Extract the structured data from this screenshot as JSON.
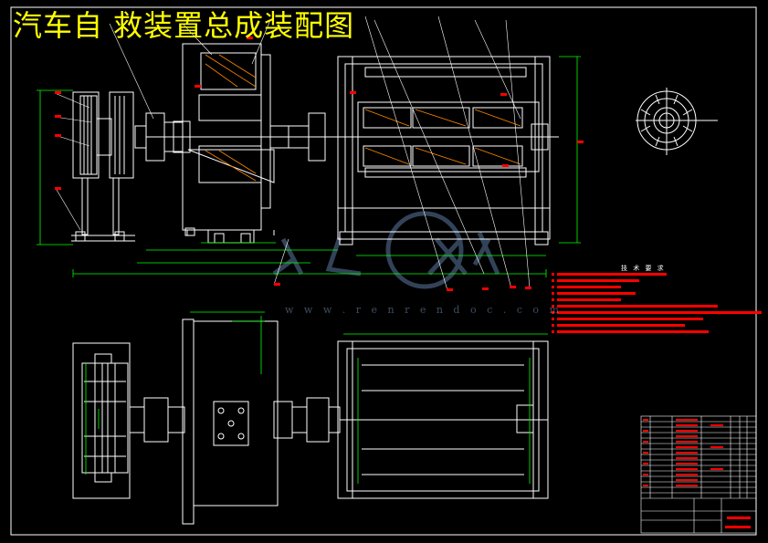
{
  "drawing": {
    "title": "汽车自 救装置总成装配图",
    "tech_requirements_title": "技 术 要 求",
    "watermark_url": "w w w . r e n r e n d o c . c o m",
    "colors": {
      "background": "#000000",
      "outline": "#ffffff",
      "title": "#ffff00",
      "dimension": "#00ff00",
      "balloon": "#ff0000",
      "watermark": "#7fa3cf"
    }
  }
}
